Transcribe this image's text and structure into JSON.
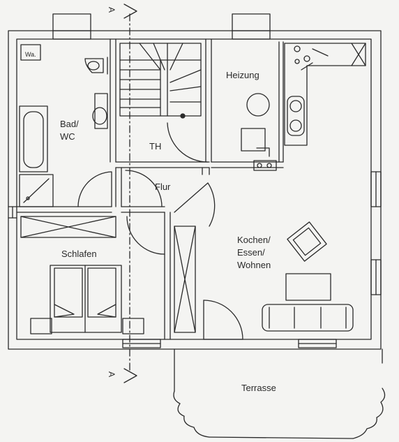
{
  "rooms": {
    "bad": "Bad/",
    "wc": "WC",
    "wa": "Wa.",
    "th": "TH",
    "heizung": "Heizung",
    "flur": "Flur",
    "schlafen": "Schlafen",
    "kochen": "Kochen/",
    "essen": "Essen/",
    "wohnen": "Wohnen",
    "terrasse": "Terrasse"
  },
  "section_marker": "A",
  "colors": {
    "line": "#2a2a2a",
    "paper": "#f4f4f2"
  }
}
